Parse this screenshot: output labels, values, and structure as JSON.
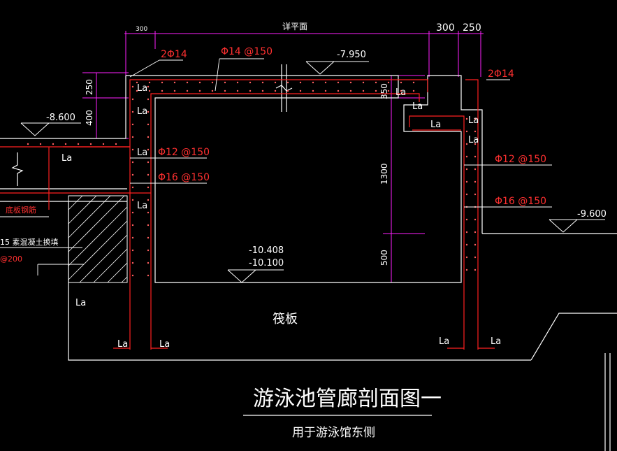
{
  "title": {
    "main": "游泳池管廊剖面图一",
    "subtitle": "用于游泳馆东侧"
  },
  "dimensions": {
    "top_300_left": "300",
    "top_detail": "详平面",
    "top_300_right": "300",
    "top_250_right": "250",
    "left_250": "250",
    "left_400": "400",
    "right_350": "350",
    "right_1300": "1300",
    "right_500": "500"
  },
  "elevations": {
    "top": "-7.950",
    "left": "-8.600",
    "right": "-9.600",
    "bottom_a": "-10.408",
    "bottom_b": "-10.100"
  },
  "rebar": {
    "top_left": "2Φ14",
    "top_slab": "Φ14 @150",
    "top_right": "2Φ14",
    "left_wall_upper": "Φ12 @150",
    "left_wall_lower": "Φ16 @150",
    "right_wall_upper": "Φ12 @150",
    "right_wall_lower": "Φ16 @150"
  },
  "la_label": "La",
  "left_notes": {
    "note1": "底板钢筋",
    "note2": "15 素混凝土换填",
    "note3": "@200"
  },
  "raft_label": "筏板",
  "colors": {
    "background": "#000000",
    "outline": "#ffffff",
    "rebar": "#ff2020",
    "dimension": "#ff20ff",
    "text": "#ffffff",
    "rebar_text": "#ff3030"
  }
}
